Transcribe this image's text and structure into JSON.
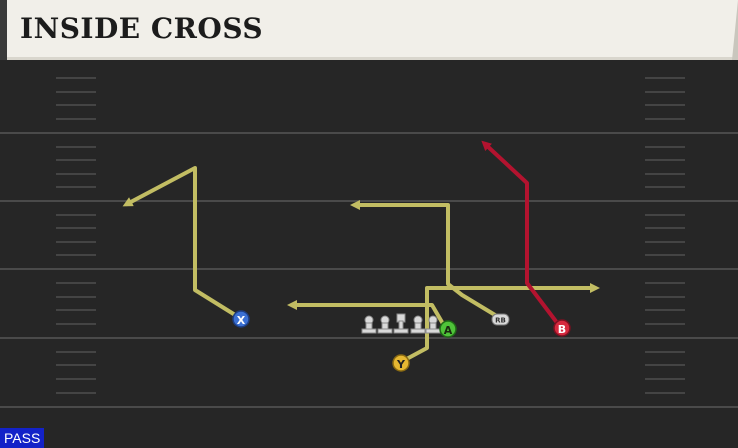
{
  "play": {
    "title": "INSIDE CROSS",
    "mode": "PASS"
  },
  "players": {
    "x": "X",
    "y": "Y",
    "a": "A",
    "b": "B",
    "rb": "RB"
  },
  "colors": {
    "field": "#262626",
    "route_primary": "#c2bd63",
    "route_hot": "#b3132f",
    "x_icon": "#3b70d3",
    "y_icon": "#e6b832",
    "a_icon": "#4fc339",
    "b_icon": "#d6293e",
    "rb_icon": "#d9d9d9",
    "mode_badge": "#1322c8"
  }
}
